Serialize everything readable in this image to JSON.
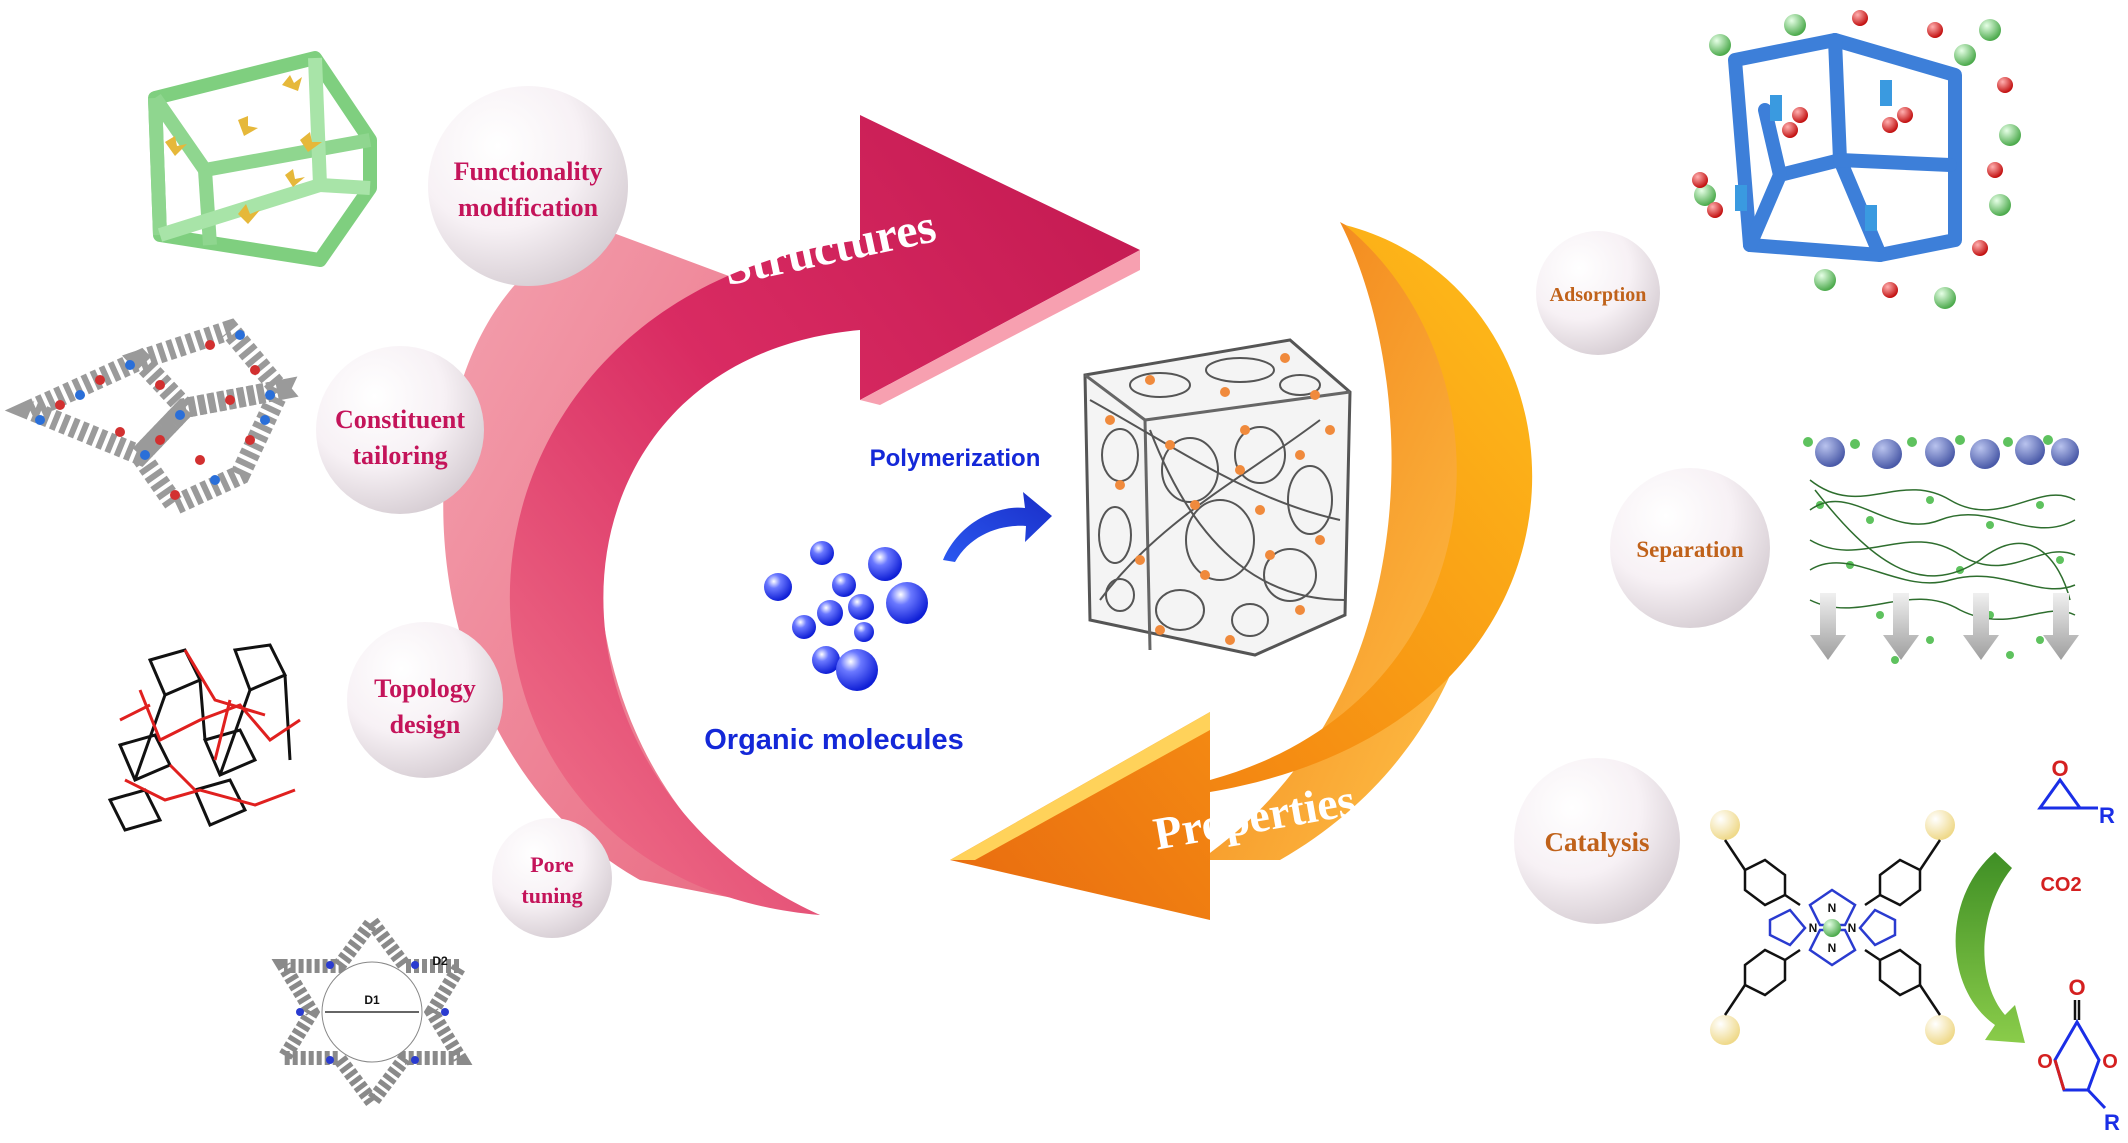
{
  "title": "",
  "main_arrows": {
    "structures": "Structures",
    "properties": "Properties"
  },
  "center": {
    "polymerization": "Polymerization",
    "organic_molecules": "Organic molecules"
  },
  "structure_strategies": [
    {
      "label_line1": "Functionality",
      "label_line2": "modification"
    },
    {
      "label_line1": "Constituent",
      "label_line2": "tailoring"
    },
    {
      "label_line1": "Topology",
      "label_line2": "design"
    },
    {
      "label_line1": "Pore",
      "label_line2": "tuning"
    }
  ],
  "properties_list": [
    {
      "label": "Adsorption"
    },
    {
      "label": "Separation"
    },
    {
      "label": "Catalysis"
    }
  ],
  "pore_labels": {
    "d1": "D1",
    "d2": "D2"
  },
  "catalysis_chem": {
    "co2": "CO2",
    "r_top": "R",
    "r_bottom": "R",
    "n_labels": [
      "N",
      "N",
      "N",
      "N"
    ]
  },
  "colors": {
    "structures_text": "#c4145a",
    "properties_text": "#c0621a",
    "structures_arrow": "#d4265f",
    "properties_arrow": "#f39017",
    "molecule_blue": "#1a2ee6",
    "label_blue": "#1428d8"
  }
}
